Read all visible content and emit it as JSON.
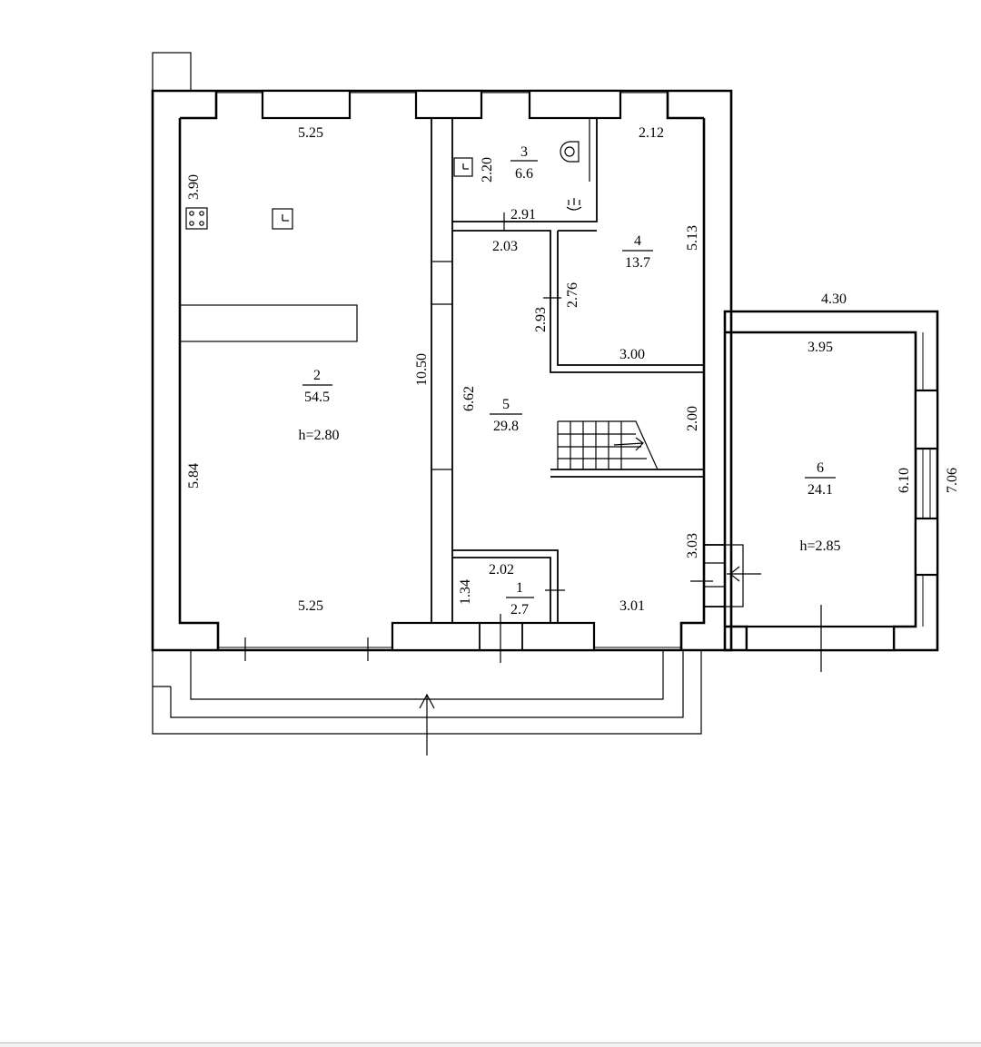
{
  "rooms": [
    {
      "number": "2",
      "area": "54.5",
      "height": "h=2.80"
    },
    {
      "number": "3",
      "area": "6.6"
    },
    {
      "number": "4",
      "area": "13.7"
    },
    {
      "number": "5",
      "area": "29.8"
    },
    {
      "number": "1",
      "area": "2.7"
    },
    {
      "number": "6",
      "area": "24.1",
      "height": "h=2.85"
    }
  ],
  "dims": {
    "r2_top": "5.25",
    "r2_bottom": "5.25",
    "r2_left_upper": "3.90",
    "r2_left_lower": "5.84",
    "wall_total": "10.50",
    "r3_h": "2.20",
    "r3_w": "2.91",
    "corr_w": "2.03",
    "r4_top": "2.12",
    "r4_right": "5.13",
    "r4_left": "2.76",
    "corr_left": "2.93",
    "r4_bottom": "3.00",
    "r5_left": "6.62",
    "r5_right": "2.00",
    "r5_right_lower": "3.03",
    "r1_w": "2.02",
    "r1_h": "1.34",
    "r5_bottom": "3.01",
    "r6_outer_w": "4.30",
    "r6_inner_w": "3.95",
    "r6_h": "6.10",
    "r6_outer_h": "7.06"
  }
}
